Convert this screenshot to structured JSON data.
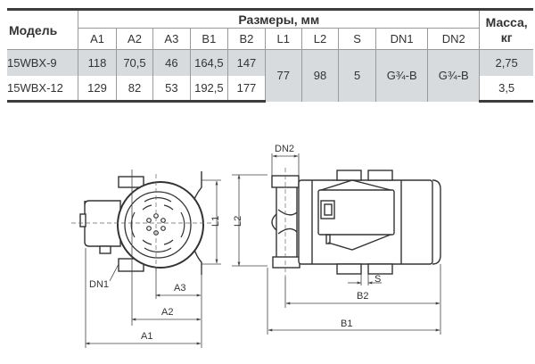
{
  "table": {
    "model_header": "Модель",
    "dimensions_header": "Размеры, мм",
    "mass_header": "Масса, кг",
    "columns": [
      "A1",
      "A2",
      "A3",
      "B1",
      "B2",
      "L1",
      "L2",
      "S",
      "DN1",
      "DN2"
    ],
    "rows": [
      {
        "model": "15WBX-9",
        "A1": "118",
        "A2": "70,5",
        "A3": "46",
        "B1": "164,5",
        "B2": "147",
        "mass": "2,75"
      },
      {
        "model": "15WBX-12",
        "A1": "129",
        "A2": "82",
        "A3": "53",
        "B1": "192,5",
        "B2": "177",
        "mass": "3,5"
      }
    ],
    "shared": {
      "L1": "77",
      "L2": "98",
      "S": "5",
      "DN1": "G¾-B",
      "DN2": "G¾-B"
    }
  },
  "drawing": {
    "front_labels": {
      "DN1": "DN1",
      "A1": "A1",
      "A2": "A2",
      "A3": "A3",
      "L1": "L1",
      "L2": "L2"
    },
    "side_labels": {
      "DN2": "DN2",
      "B1": "B1",
      "B2": "B2",
      "S": "S"
    }
  },
  "colors": {
    "row_shade": "#d8dbde",
    "rule": "#3c3c3c",
    "line": "#444444"
  }
}
